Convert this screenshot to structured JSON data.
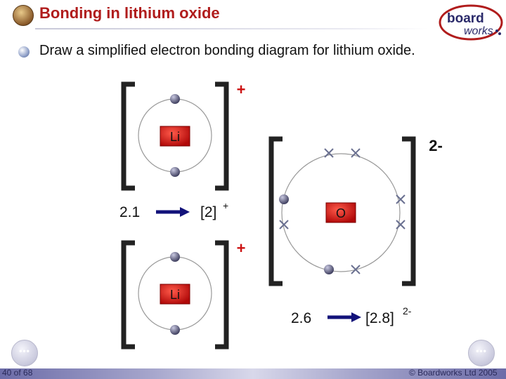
{
  "header": {
    "title": "Bonding in lithium oxide",
    "logo_text_top": "board",
    "logo_text_bottom": "works"
  },
  "instruction": "Draw a simplified electron bonding diagram for lithium oxide.",
  "diagram": {
    "li_top": {
      "symbol": "Li",
      "charge": "+"
    },
    "li_bottom": {
      "symbol": "Li",
      "charge": "+"
    },
    "oxygen": {
      "symbol": "O",
      "charge": "2-"
    },
    "li_config_before": "2.1",
    "li_config_after": "[2]",
    "li_config_after_sup": "+",
    "o_config_before": "2.6",
    "o_config_after": "[2.8]",
    "o_config_after_sup": "2-"
  },
  "nav": {
    "prev_label": "•••",
    "next_label": "•••"
  },
  "footer": {
    "page": "40 of 68",
    "copyright": "© Boardworks Ltd 2005"
  },
  "colors": {
    "title": "#b01c1c",
    "nucleus": "#cc1111",
    "electron": "#5a5a7a",
    "arrow": "#12127a"
  }
}
